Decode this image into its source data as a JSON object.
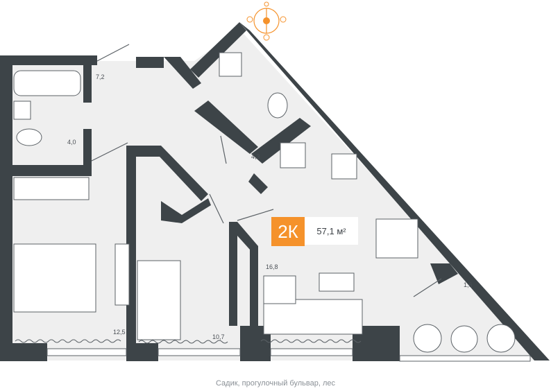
{
  "apartment": {
    "type_code": "2К",
    "total_area": "57,1 м²"
  },
  "rooms": [
    {
      "id": "bath",
      "area": "4,0"
    },
    {
      "id": "hall",
      "area": "7,2"
    },
    {
      "id": "wc",
      "area": "4,3"
    },
    {
      "id": "bedroom",
      "area": "12,5"
    },
    {
      "id": "room2",
      "area": "10,7"
    },
    {
      "id": "kitchen-living",
      "area": "16,8"
    },
    {
      "id": "balcony",
      "area": "1,6"
    }
  ],
  "view_caption": "Садик, прогулочный бульвар, лес",
  "colors": {
    "wall": "#3d4448",
    "floor": "#efefef",
    "accent": "#f5922b",
    "line": "#5b6166"
  },
  "icons": [
    "compass-icon",
    "sun-icon"
  ]
}
